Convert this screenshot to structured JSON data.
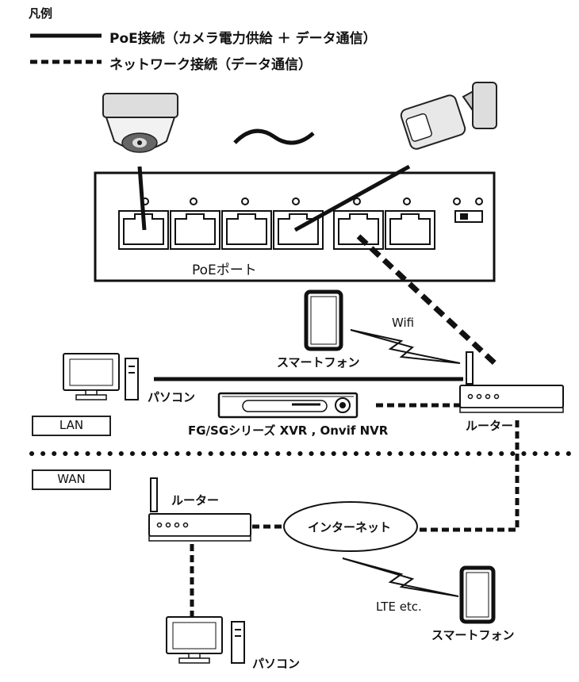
{
  "legend": {
    "title": "凡例",
    "poe_line": "PoE接続（カメラ電力供給 ＋ データ通信）",
    "network_line": "ネットワーク接続（データ通信）"
  },
  "switch": {
    "port_label": "PoEポート"
  },
  "labels": {
    "wifi": "Wifi",
    "smartphone_lan": "スマートフォン",
    "pc_lan": "パソコン",
    "nvr": "FG/SGシリーズ XVR , Onvif NVR",
    "router_lan": "ルーター",
    "router_wan": "ルーター",
    "internet": "インターネット",
    "lte": "LTE etc.",
    "smartphone_wan": "スマートフォン",
    "pc_wan": "パソコン"
  },
  "zones": {
    "lan": "LAN",
    "wan": "WAN"
  }
}
